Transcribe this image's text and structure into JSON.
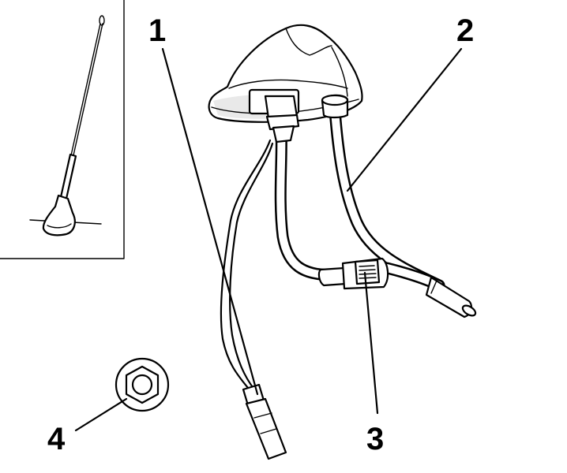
{
  "callouts": [
    {
      "id": "1",
      "label": "1"
    },
    {
      "id": "2",
      "label": "2"
    },
    {
      "id": "3",
      "label": "3"
    },
    {
      "id": "4",
      "label": "4"
    }
  ],
  "colors": {
    "line": "#000000",
    "background": "#ffffff",
    "shade": "#e9e9e9"
  }
}
